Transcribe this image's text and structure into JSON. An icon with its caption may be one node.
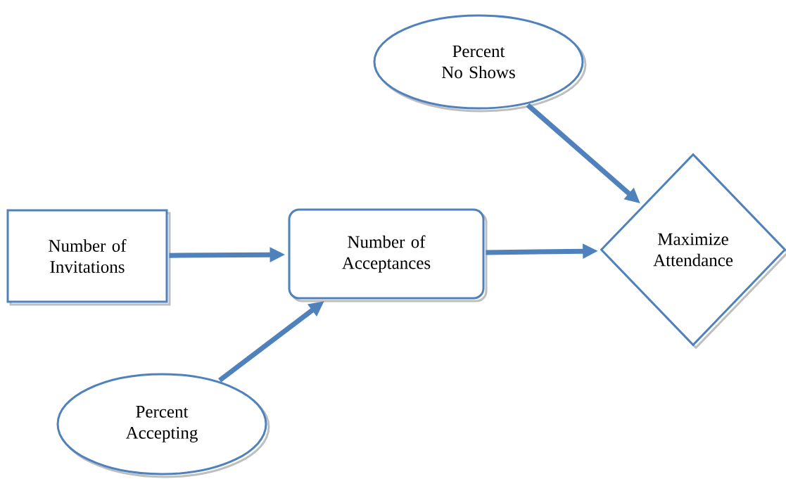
{
  "diagram": {
    "nodes": [
      {
        "text": [
          "Percent No Shows"
        ]
      },
      {
        "text": [
          "Number of Invitations"
        ]
      },
      {
        "text": [
          "Number of Acceptances"
        ]
      },
      {
        "text": [
          "Maximize Attendance"
        ]
      },
      {
        "text": [
          "Percent Accepting"
        ]
      }
    ],
    "edges": [
      {
        "from": 1,
        "to": 2,
        "arrow": "to"
      },
      {
        "from": 4,
        "to": 2,
        "arrow": "to"
      },
      {
        "from": 2,
        "to": 3,
        "arrow": "to"
      },
      {
        "from": 0,
        "to": 3,
        "arrow": "to"
      }
    ]
  }
}
